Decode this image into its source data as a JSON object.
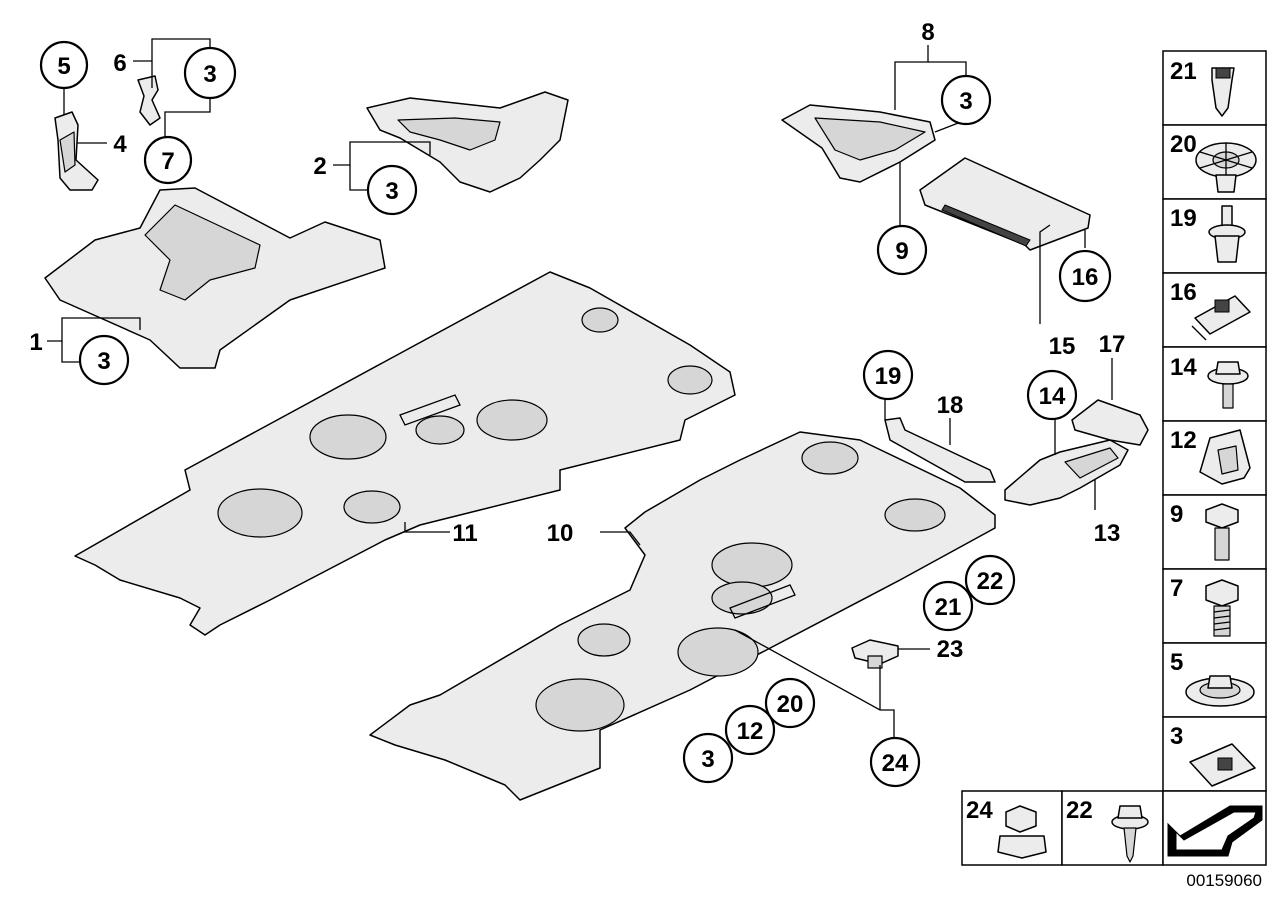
{
  "diagram_code": "00159060",
  "callouts": {
    "c1": "1",
    "c2": "2",
    "c3": "3",
    "c4": "4",
    "c5": "5",
    "c6": "6",
    "c7": "7",
    "c8": "8",
    "c9": "9",
    "c10": "10",
    "c11": "11",
    "c12": "12",
    "c13": "13",
    "c14": "14",
    "c15": "15",
    "c16": "16",
    "c17": "17",
    "c18": "18",
    "c19": "19",
    "c20": "20",
    "c21": "21",
    "c22": "22",
    "c23": "23",
    "c24": "24"
  },
  "legend_cells": [
    {
      "id": "21",
      "icon": "expanding-nut-icon"
    },
    {
      "id": "20",
      "icon": "plastic-rivet-icon"
    },
    {
      "id": "19",
      "icon": "expanding-rivet-icon"
    },
    {
      "id": "16",
      "icon": "clip-nut-icon"
    },
    {
      "id": "14",
      "icon": "collar-screw-icon"
    },
    {
      "id": "12",
      "icon": "spring-clip-icon"
    },
    {
      "id": "9",
      "icon": "hex-bolt-icon"
    },
    {
      "id": "7",
      "icon": "flange-bolt-icon"
    },
    {
      "id": "5",
      "icon": "collar-nut-icon"
    },
    {
      "id": "3",
      "icon": "clip-nut-icon"
    }
  ],
  "bottom_cells": [
    {
      "id": "24",
      "icon": "hex-nut-icon"
    },
    {
      "id": "22",
      "icon": "tapping-screw-icon"
    },
    {
      "id": "",
      "icon": "direction-arrow-icon"
    }
  ]
}
